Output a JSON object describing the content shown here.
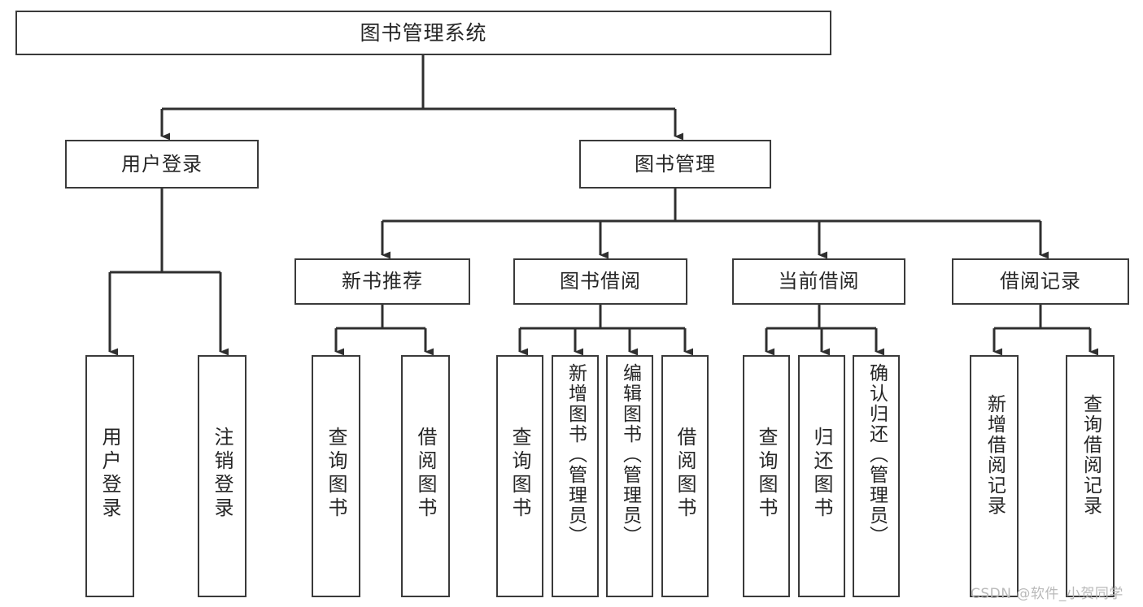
{
  "diagram": {
    "title": "图书管理系统",
    "type": "tree-hierarchy-chart",
    "watermark": "CSDN @软件_小贺同学",
    "colors": {
      "box_border": "#3a3a3a",
      "box_fill": "#ffffff",
      "connector": "#2f2f2f",
      "text": "#262626",
      "watermark": "#b9b9b9",
      "background": "#ffffff"
    },
    "levels": {
      "root": "图书管理系统",
      "level2": [
        "用户登录",
        "图书管理"
      ],
      "level3": [
        "新书推荐",
        "图书借阅",
        "当前借阅",
        "借阅记录"
      ]
    }
  },
  "nodes": {
    "root": {
      "label": "图书管理系统"
    },
    "user_login": {
      "label": "用户登录"
    },
    "book_manage": {
      "label": "图书管理"
    },
    "new_book_rec": {
      "label": "新书推荐"
    },
    "book_borrow": {
      "label": "图书借阅"
    },
    "current_borrow": {
      "label": "当前借阅"
    },
    "borrow_record": {
      "label": "借阅记录"
    },
    "leaf_user_login": {
      "label": "用户登录"
    },
    "leaf_logout_login": {
      "label": "注销登录"
    },
    "leaf_query_book_1": {
      "label": "查询图书"
    },
    "leaf_borrow_book_1": {
      "label": "借阅图书"
    },
    "leaf_query_book_2": {
      "label": "查询图书"
    },
    "leaf_add_book_admin": {
      "label": "新增图书（管理员）"
    },
    "leaf_edit_book_admin": {
      "label": "编辑图书（管理员）"
    },
    "leaf_borrow_book_2": {
      "label": "借阅图书"
    },
    "leaf_query_book_3": {
      "label": "查询图书"
    },
    "leaf_return_book": {
      "label": "归还图书"
    },
    "leaf_confirm_return_admin": {
      "label": "确认归还（管理员）"
    },
    "leaf_add_borrow_record": {
      "label": "新增借阅记录"
    },
    "leaf_query_borrow_record": {
      "label": "查询借阅记录"
    }
  }
}
